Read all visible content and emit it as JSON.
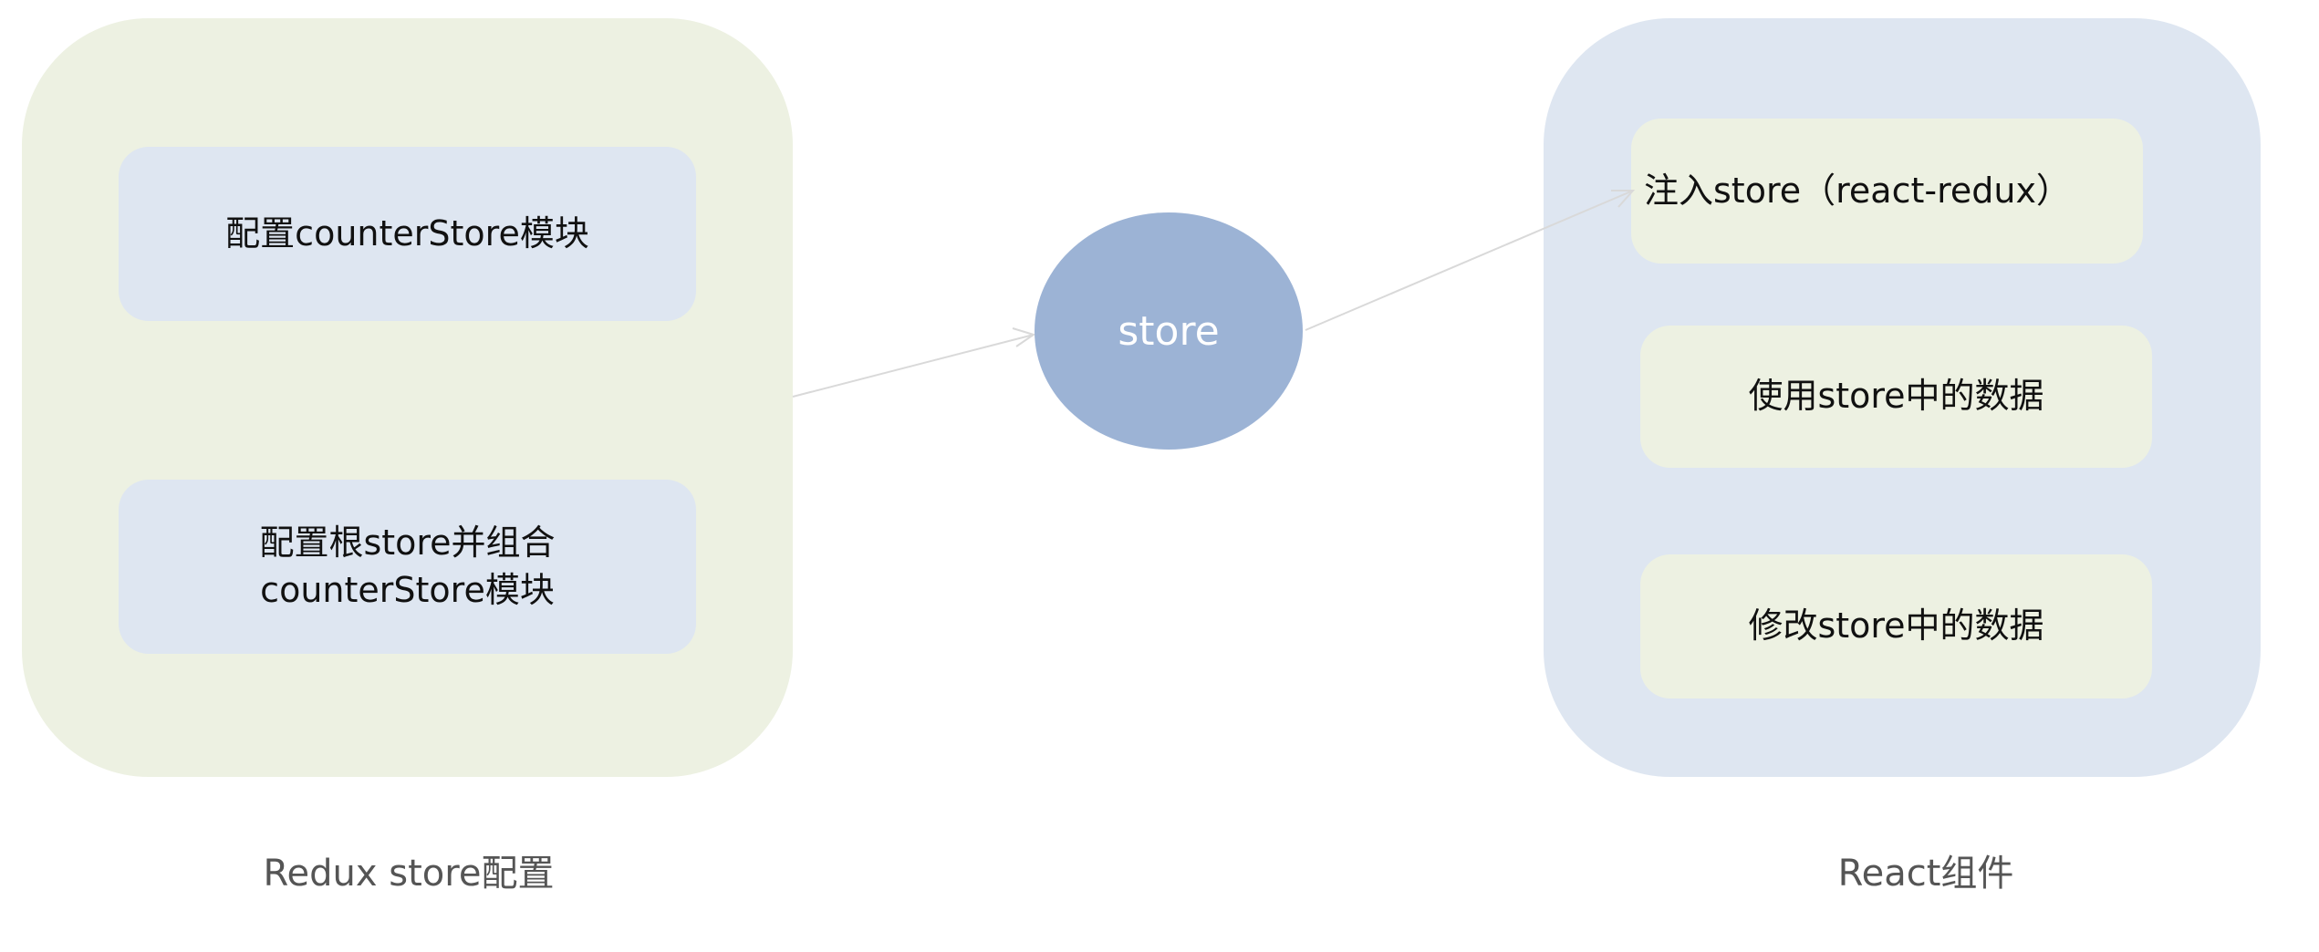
{
  "colors": {
    "left_panel": "#edf1e2",
    "left_box": "#dee6f1",
    "right_panel": "#dee6f1",
    "right_box": "#edf1e2",
    "store": "#9cb3d5",
    "arrow": "#d9d9d9"
  },
  "left": {
    "boxes": [
      {
        "lines": [
          "配置counterStore模块"
        ]
      },
      {
        "lines": [
          "配置根store并组合",
          "counterStore模块"
        ]
      }
    ],
    "caption": "Redux store配置"
  },
  "center": {
    "label": "store"
  },
  "right": {
    "boxes": [
      {
        "lines": [
          "注入store（react-redux）"
        ]
      },
      {
        "lines": [
          "使用store中的数据"
        ]
      },
      {
        "lines": [
          "修改store中的数据"
        ]
      }
    ],
    "caption": "React组件"
  }
}
